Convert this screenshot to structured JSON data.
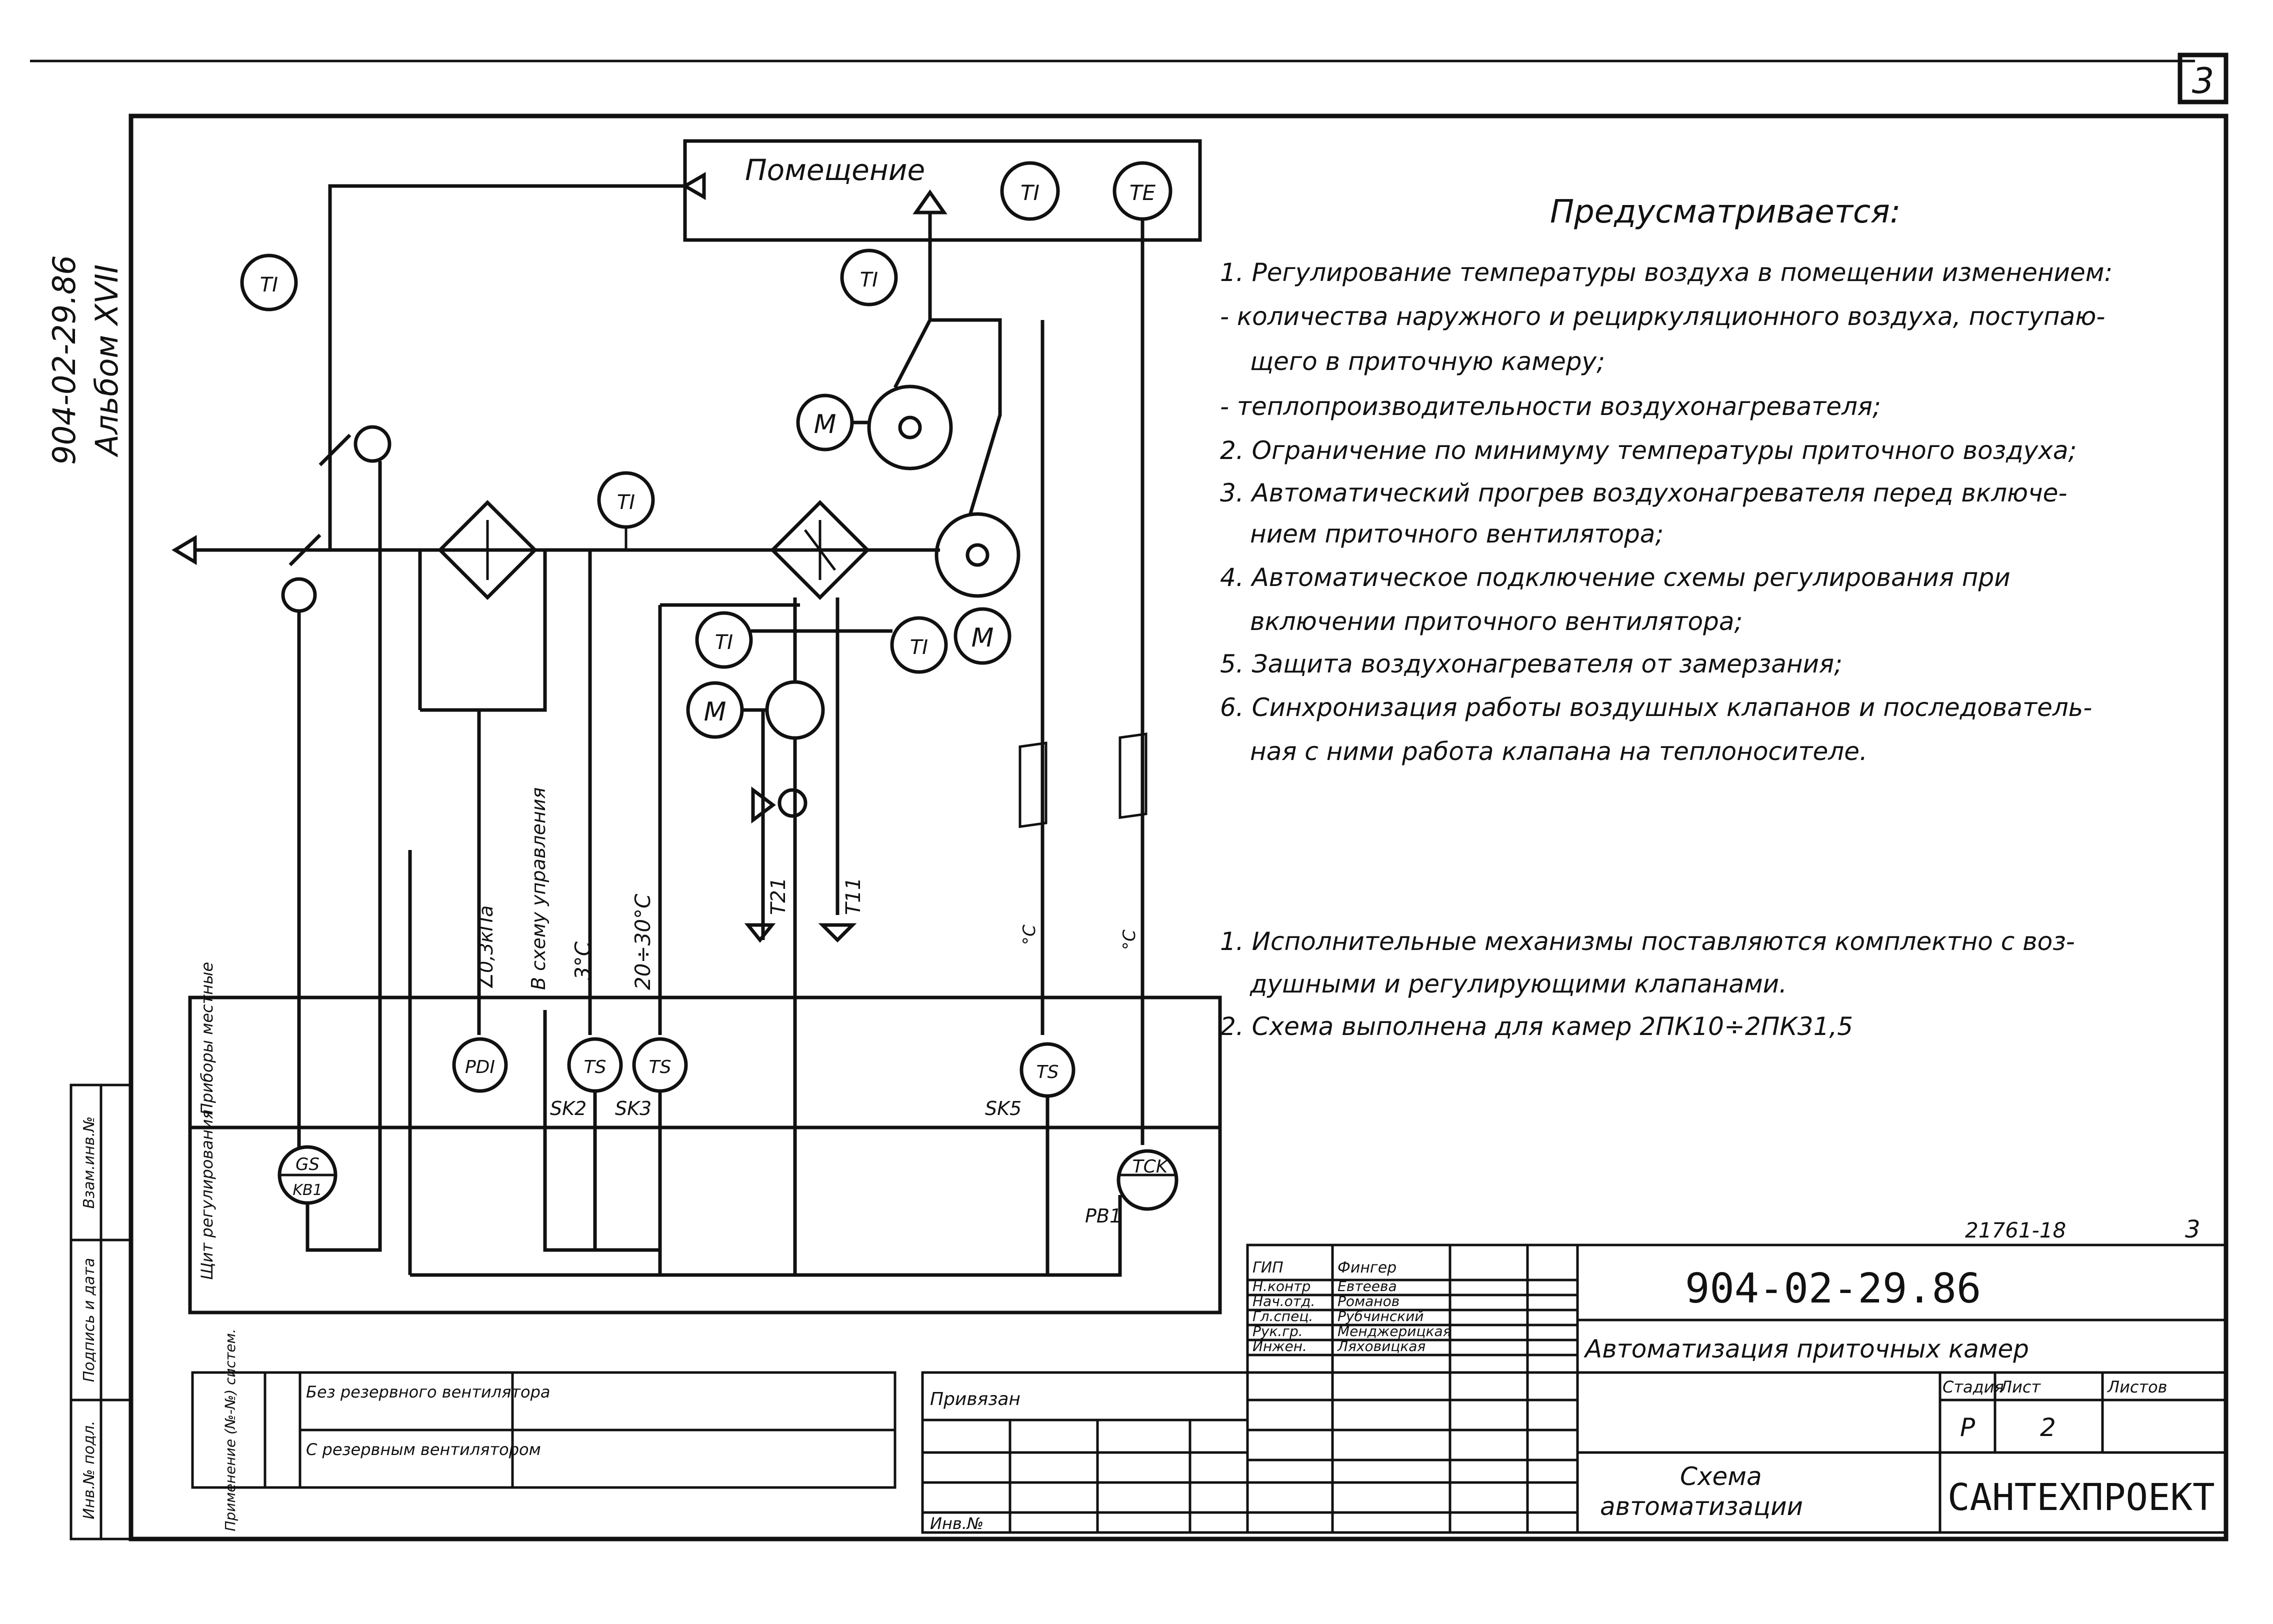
{
  "sheet_number": "3",
  "side_stamp": {
    "code": "904-02-29.86",
    "album": "Альбом XVII"
  },
  "diagram": {
    "room_label": "Помещение",
    "instrument_TI": "TI",
    "instrument_TE": "TE",
    "instrument_PDI": "PDI",
    "instrument_TS": "TS",
    "instrument_GS": "GS",
    "instrument_KB1": "KB1",
    "instrument_TCK": "TCK",
    "motor_M": "M",
    "label_SK2": "SK2",
    "label_SK3": "SK3",
    "label_SK5": "SK5",
    "label_PB1": "PB1",
    "label_T21": "T21",
    "label_T11": "T11",
    "label_03kpa": "∠0,3кПа",
    "label_to_control": "В схему управления",
    "label_3c": "3°C",
    "label_20_30": "20÷30°C",
    "label_degc": "°C",
    "row_local_devices": "Приборы местные",
    "row_control_panel": "Щит регулирования"
  },
  "notes": {
    "heading": "Предусматривается:",
    "lines": [
      "1. Регулирование температуры воздуха в помещении изменением:",
      "- количества наружного и рециркуляционного воздуха, поступаю-",
      "щего в приточную камеру;",
      "- теплопроизводительности воздухонагревателя;",
      "2. Ограничение по минимуму температуры приточного воздуха;",
      "3. Автоматический прогрев воздухонагревателя перед включе-",
      "нием приточного вентилятора;",
      "4. Автоматическое подключение схемы регулирования при",
      "включении приточного вентилятора;",
      "5. Защита воздухонагревателя от замерзания;",
      "6. Синхронизация работы воздушных клапанов и последователь-",
      "ная с ними работа клапана на теплоносителе."
    ],
    "remarks": [
      "1. Исполнительные механизмы поставляются комплектно с воз-",
      "душными и регулирующими клапанами.",
      "2. Схема выполнена для камер 2ПК10÷2ПК31,5"
    ]
  },
  "left_strip": {
    "inv_orig": "Инв.№ подл.",
    "sign_date": "Подпись и дата",
    "inv_replace": "Взам.инв.№"
  },
  "applicability": {
    "header": "Применение (№-№) систем.",
    "row1": "Без резервного вентилятора",
    "row2": "С резервным вентилятором"
  },
  "binding": {
    "title": "Привязан",
    "inv": "Инв.№"
  },
  "title_block": {
    "doc_number_top": "21761-18",
    "page_top": "3",
    "roles": [
      {
        "role": "ГИП",
        "name": "Фингер"
      },
      {
        "role": "Н.контр",
        "name": "Евтеева"
      },
      {
        "role": "Нач.отд.",
        "name": "Романов"
      },
      {
        "role": "Гл.спец.",
        "name": "Рубчинский"
      },
      {
        "role": "Рук.гр.",
        "name": "Менджерицкая"
      },
      {
        "role": "Инжен.",
        "name": "Ляховицкая"
      }
    ],
    "code": "904-02-29.86",
    "project_title": "Автоматизация приточных камер",
    "stage_label": "Стадия",
    "sheet_label": "Лист",
    "sheets_label": "Листов",
    "stage": "Р",
    "sheet": "2",
    "sheets": "",
    "drawing_name_1": "Схема",
    "drawing_name_2": "автоматизации",
    "organization": "САНТЕХПРОЕКТ"
  }
}
